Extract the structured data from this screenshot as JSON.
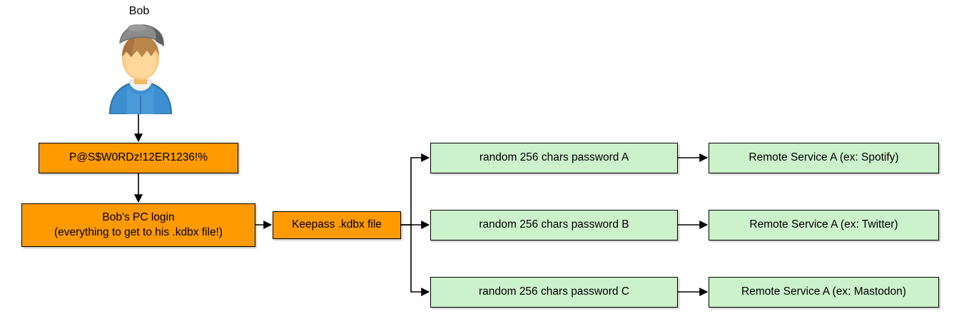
{
  "diagram": {
    "title_label": "Bob",
    "avatar_icon": "user-avatar-icon",
    "colors": {
      "secret_fill": "#FF9A00",
      "generated_fill": "#CCF2CC",
      "stroke": "#000000",
      "canvas": "#FFFFFF"
    },
    "secret_nodes": [
      {
        "id": "pw",
        "label": "P@S$W0RDz!12ER1236!%"
      },
      {
        "id": "pc",
        "line1": "Bob's PC login",
        "line2": "(everything to get to his .kdbx file!)"
      },
      {
        "id": "kdbx",
        "label": "Keepass .kdbx file"
      }
    ],
    "generated_passwords": [
      {
        "id": "pwa",
        "label": "random 256 chars password A"
      },
      {
        "id": "pwb",
        "label": "random 256 chars password B"
      },
      {
        "id": "pwc",
        "label": "random 256 chars password C"
      }
    ],
    "remote_services": [
      {
        "id": "sva",
        "label": "Remote Service A (ex: Spotify)"
      },
      {
        "id": "svb",
        "label": "Remote Service A (ex: Twitter)"
      },
      {
        "id": "svc",
        "label": "Remote Service A (ex: Mastodon)"
      }
    ],
    "edges": [
      {
        "from": "avatar",
        "to": "pw",
        "direction": "down"
      },
      {
        "from": "pw",
        "to": "pc",
        "direction": "down"
      },
      {
        "from": "pc",
        "to": "kdbx",
        "direction": "right"
      },
      {
        "from": "kdbx",
        "to": "pwa",
        "direction": "right-branch-up"
      },
      {
        "from": "kdbx",
        "to": "pwb",
        "direction": "right"
      },
      {
        "from": "kdbx",
        "to": "pwc",
        "direction": "right-branch-down"
      },
      {
        "from": "pwa",
        "to": "sva",
        "direction": "right"
      },
      {
        "from": "pwb",
        "to": "svb",
        "direction": "right"
      },
      {
        "from": "pwc",
        "to": "svc",
        "direction": "right"
      }
    ]
  }
}
